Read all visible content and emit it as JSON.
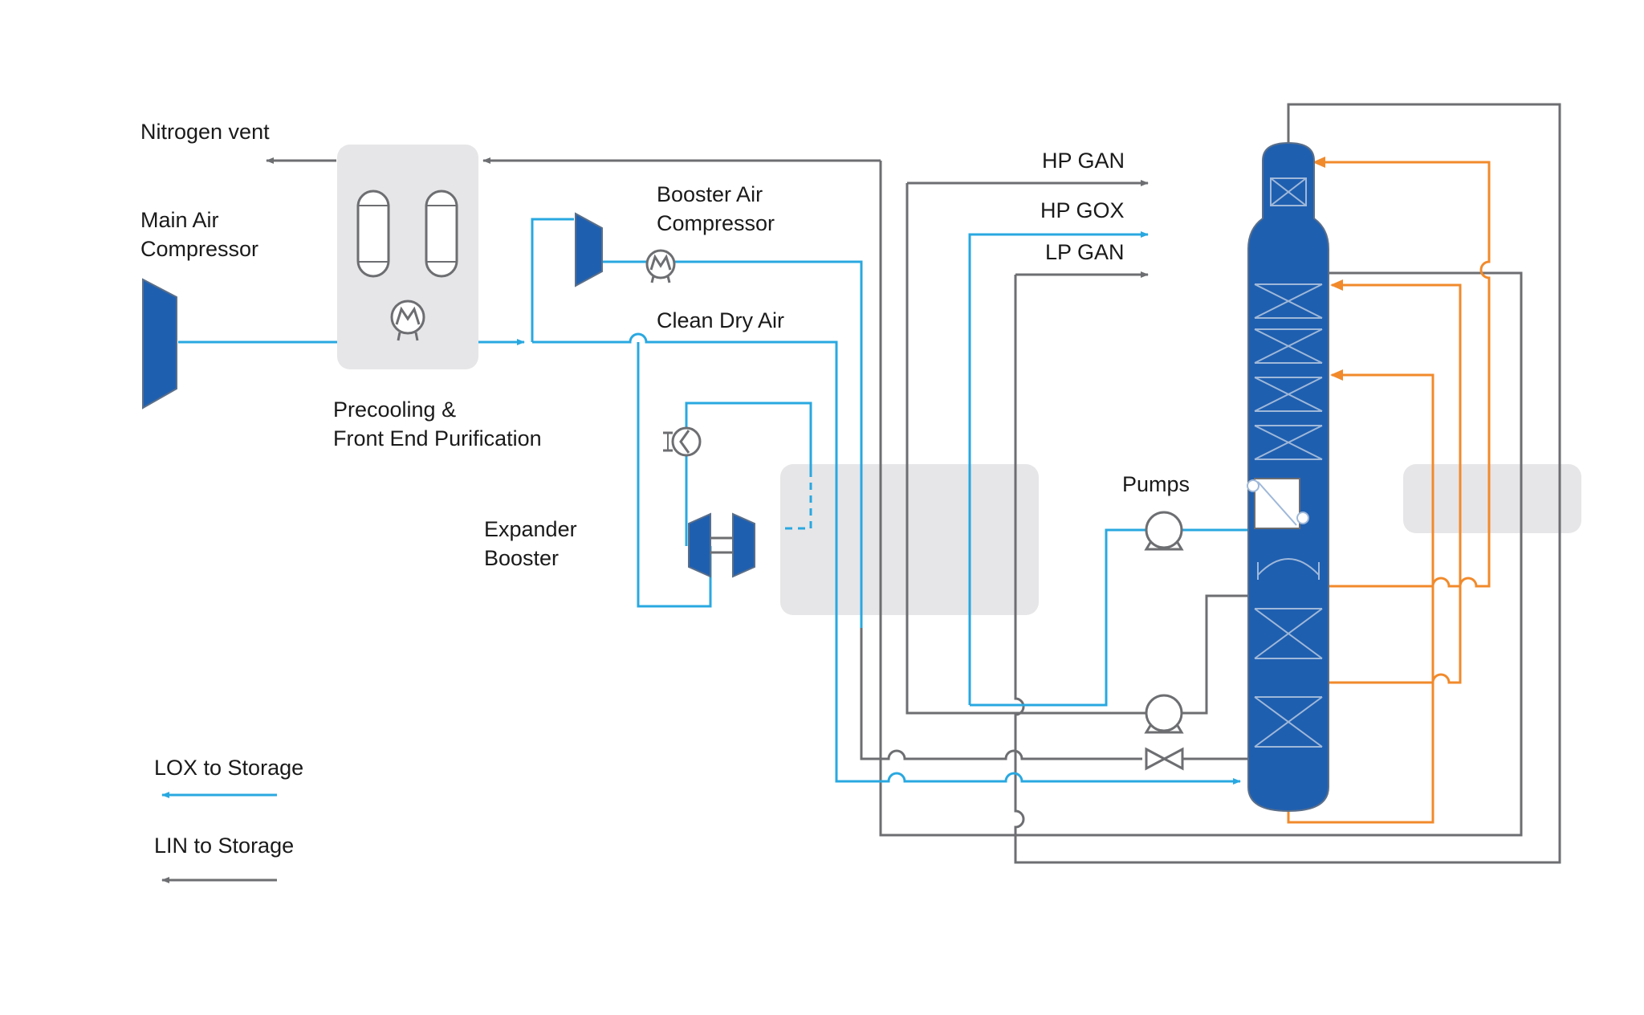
{
  "labels": {
    "nitrogen_vent": "Nitrogen vent",
    "main_air_line1": "Main Air",
    "main_air_line2": "Compressor",
    "precool_line1": "Precooling &",
    "precool_line2": "Front End Purification",
    "booster_line1": "Booster Air",
    "booster_line2": "Compressor",
    "clean_dry_air": "Clean Dry Air",
    "expander_line1": "Expander",
    "expander_line2": "Booster",
    "hp_gan": "HP GAN",
    "hp_gox": "HP GOX",
    "lp_gan": "LP GAN",
    "pumps": "Pumps"
  },
  "legend": {
    "lox": "LOX to Storage",
    "lin": "LIN to Storage"
  },
  "colors": {
    "liquid_oxygen_line": "#29a8e0",
    "nitrogen_line": "#6d6e71",
    "reflux_line": "#f18a2b",
    "equipment": "#1f5fb0",
    "panel": "#e6e6e8"
  }
}
